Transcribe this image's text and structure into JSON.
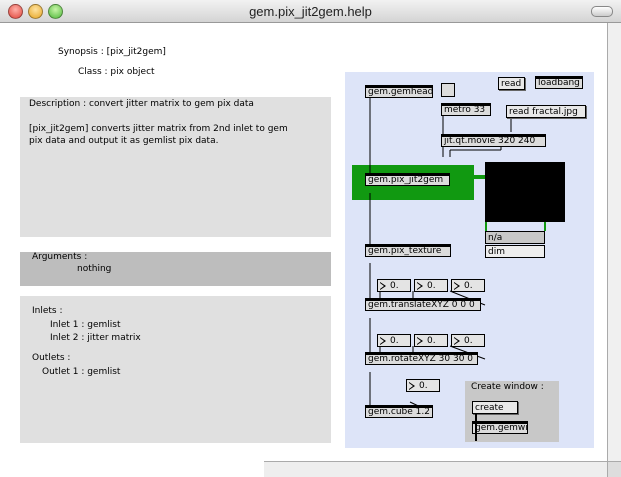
{
  "window": {
    "title": "gem.pix_jit2gem.help"
  },
  "help": {
    "synopsis": "Synopsis : [pix_jit2gem]",
    "class": "Class : pix object",
    "description_1": "Description : convert jitter matrix to gem pix data",
    "description_2": "[pix_jit2gem] converts jitter matrix from 2nd inlet to gem",
    "description_3": "pix data and output it as gemlist pix data.",
    "arguments_label": "Arguments :",
    "arguments_value": "nothing",
    "inlets_label": "Inlets :",
    "inlet_1": "Inlet 1 : gemlist",
    "inlet_2": "Inlet 2 : jitter matrix",
    "outlets_label": "Outlets :",
    "outlet_1": "Outlet 1 : gemlist"
  },
  "patch": {
    "gemhead": "gem.gemhead",
    "metro": "metro 33",
    "read": "read",
    "loadbang": "loadbang",
    "read_fractal": "read fractal.jpg",
    "movie": "jit.qt.movie 320 240",
    "pix_jit2gem": "gem.pix_jit2gem",
    "na": "n/a",
    "dim": "dim",
    "pix_texture": "gem.pix_texture",
    "tx": "0.",
    "ty": "0.",
    "tz": "0.",
    "translate": "gem.translateXYZ 0 0 0",
    "rx": "0.",
    "ry": "0.",
    "rz": "0.",
    "rotate": "gem.rotateXYZ 30 30 0",
    "cube_size": "0.",
    "cube": "gem.cube 1.2",
    "create_window": "Create window :",
    "create": "create",
    "gemwin": "gem.gemwin"
  },
  "colors": {
    "patch_bg": "#dde4f8",
    "highlight": "#119911",
    "video": "#000000"
  }
}
